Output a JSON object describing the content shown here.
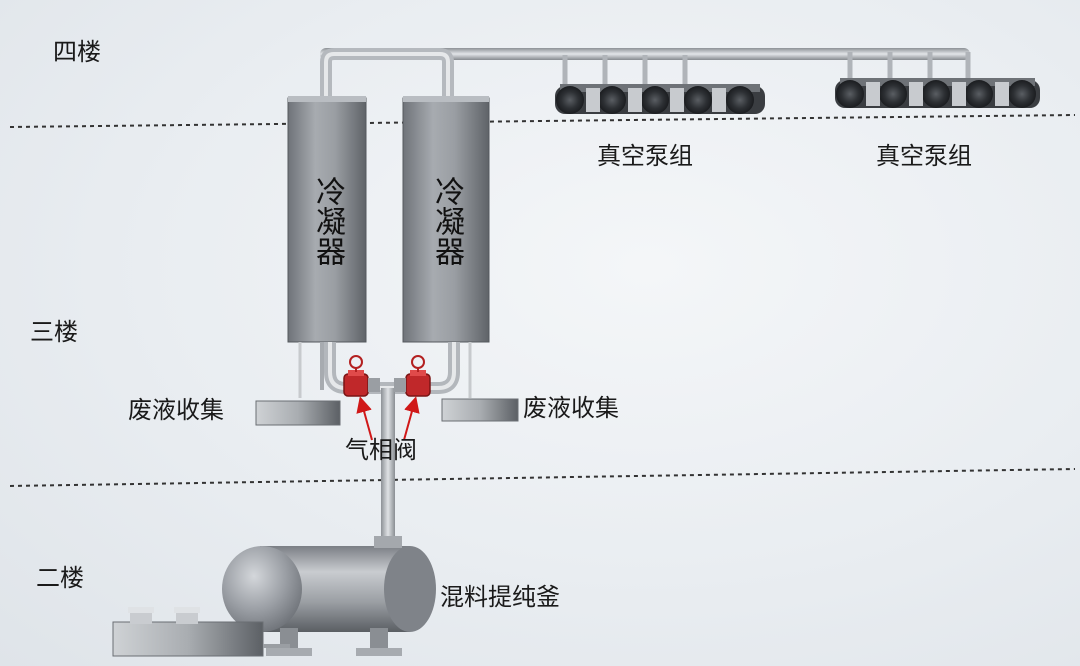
{
  "floors": {
    "fourth": "四楼",
    "third": "三楼",
    "second": "二楼"
  },
  "equipment": {
    "condenser_left": "冷凝器",
    "condenser_right": "冷凝器",
    "pump_group_left": "真空泵组",
    "pump_group_right": "真空泵组",
    "waste_left": "废液收集",
    "waste_right": "废液收集",
    "vapor_valve": "气相阀",
    "kettle": "混料提纯釜"
  },
  "colors": {
    "pipe": "#b9bdc2",
    "vessel": "#8f949a",
    "valve": "#c0282a",
    "arrow": "#d01818",
    "divider": "#333333"
  }
}
